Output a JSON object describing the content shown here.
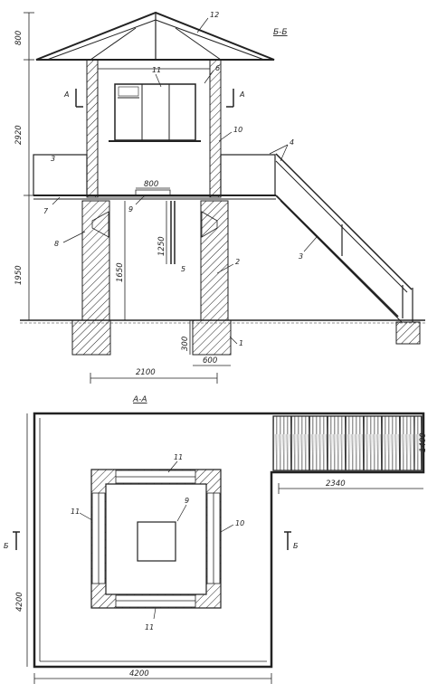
{
  "section_titles": {
    "elevation": "Б-Б",
    "plan": "А-А"
  },
  "section_marks": {
    "a": "А",
    "b": "Б"
  },
  "elevation_dims": {
    "roof_h": "800",
    "cabin_h": "2920",
    "base_h": "1950",
    "hatch_w": "800",
    "inner_h": "1650",
    "ladder_h": "1250",
    "found_depth": "300",
    "found_w": "600",
    "span": "2100"
  },
  "plan_dims": {
    "stair_h": "1400",
    "stair_w": "2340",
    "side": "4200",
    "bottom": "4200"
  },
  "callouts": {
    "c12": "12",
    "c11": "11",
    "c6": "6",
    "c10": "10",
    "c4": "4",
    "c3": "3",
    "c7": "7",
    "c8": "8",
    "c9": "9",
    "c2": "2",
    "c5": "5",
    "c1": "1",
    "p11a": "11",
    "p11b": "11",
    "p11c": "11",
    "p9": "9",
    "p10": "10"
  },
  "colors": {
    "ink": "#222222",
    "paper": "#ffffff"
  }
}
